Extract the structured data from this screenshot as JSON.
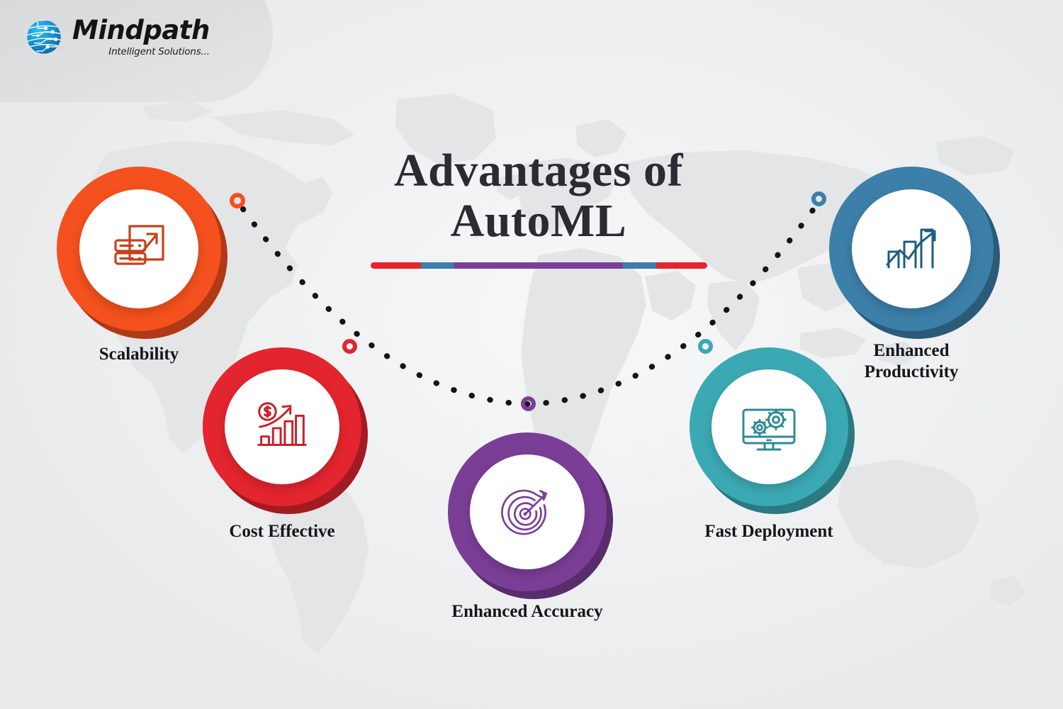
{
  "brand": {
    "name": "Mindpath",
    "tagline": "Intelligent Solutions...",
    "logo_icon": "globe-circuit-icon",
    "globe_color_light": "#1CA5E0",
    "globe_color_dark": "#0A6AA3"
  },
  "title": {
    "line1": "Advantages of",
    "line2": "AutoML",
    "color": "#2b2b33",
    "rule_segments": [
      {
        "color": "#E3252F",
        "width_pct": 15
      },
      {
        "color": "#3C7FA8",
        "width_pct": 10
      },
      {
        "color": "#7B3E96",
        "width_pct": 50
      },
      {
        "color": "#3C7FA8",
        "width_pct": 10
      },
      {
        "color": "#E3252F",
        "width_pct": 15
      }
    ]
  },
  "background": {
    "base_color": "#f0f1f2",
    "map_color": "#e3e5e7",
    "logo_band_color": "#d9dbdd"
  },
  "connector": {
    "style": "dotted-curve",
    "dot_color": "#141414"
  },
  "nodes": [
    {
      "id": "scalability",
      "label": "Scalability",
      "icon": "server-stack-arrow-icon",
      "color": "#F4511E",
      "marker_color": "#F4511E"
    },
    {
      "id": "cost-effective",
      "label": "Cost Effective",
      "icon": "dollar-bar-chart-growth-icon",
      "color": "#E3252F",
      "marker_color": "#E3252F"
    },
    {
      "id": "enhanced-accuracy",
      "label": "Enhanced Accuracy",
      "icon": "target-dartboard-arrow-icon",
      "color": "#7B3E96",
      "marker_color": "#7B3E96"
    },
    {
      "id": "fast-deployment",
      "label": "Fast Deployment",
      "icon": "monitor-gears-icon",
      "color": "#3BA9B4",
      "marker_color": "#3BA9B4"
    },
    {
      "id": "enhanced-productivity",
      "label": "Enhanced\nProductivity",
      "icon": "bar-chart-rising-arrow-icon",
      "color": "#3C7FA8",
      "marker_color": "#3C7FA8"
    }
  ]
}
